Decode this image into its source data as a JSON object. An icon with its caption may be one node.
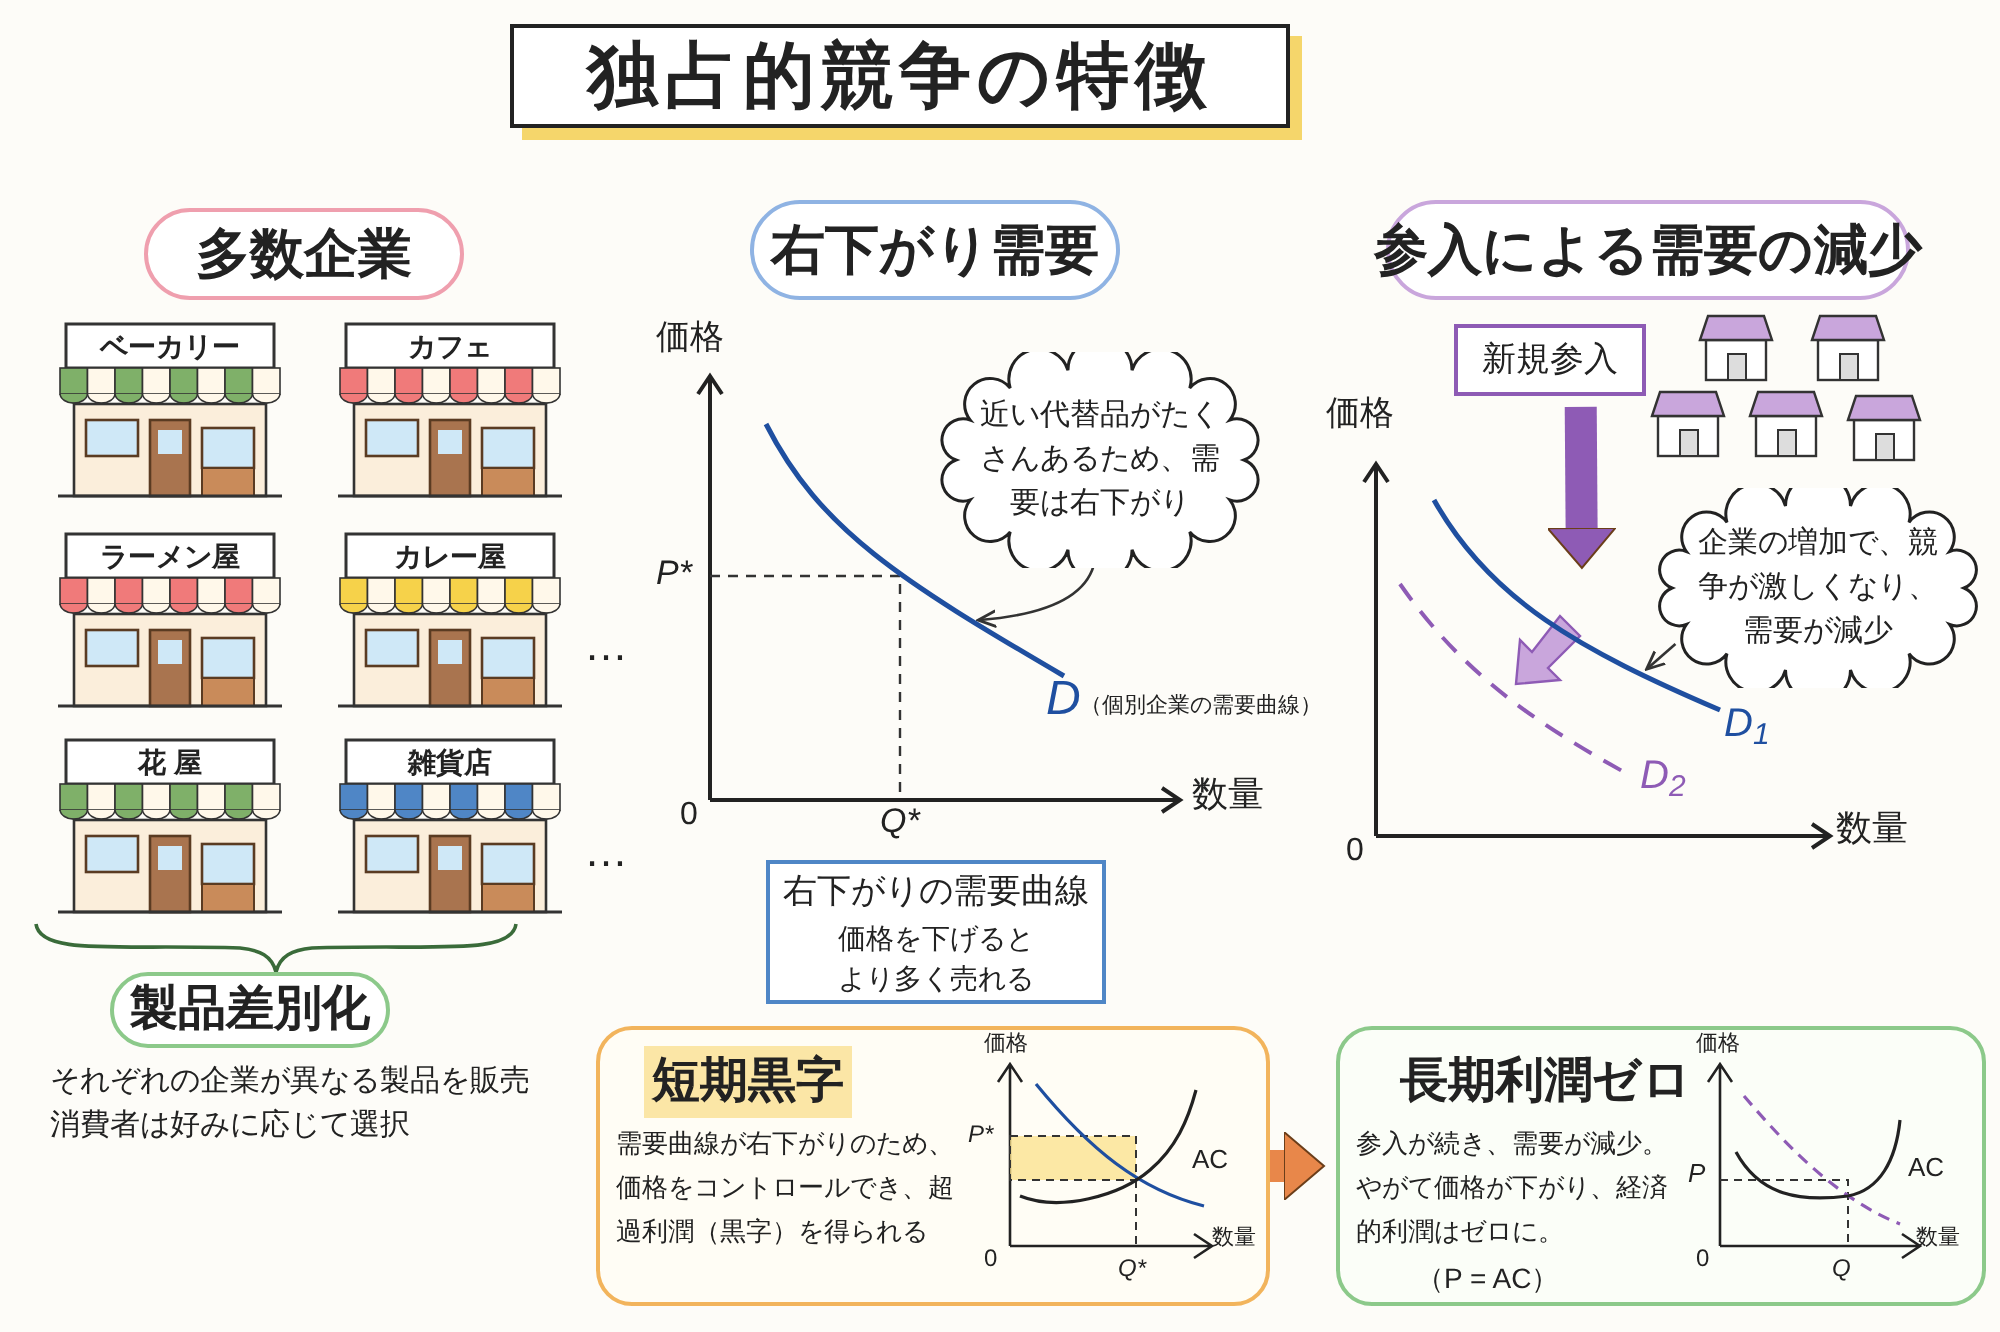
{
  "diagram": {
    "nodes": [
      {
        "text": [
          "独占的競争の特徴"
        ]
      },
      {
        "text": [
          "多数企業"
        ]
      },
      {
        "text": [
          "ベーカリー"
        ]
      },
      {
        "text": [
          "カフェ"
        ]
      },
      {
        "text": [
          "ラーメン屋"
        ]
      },
      {
        "text": [
          "カレー屋"
        ]
      },
      {
        "text": [
          "花 屋"
        ]
      },
      {
        "text": [
          "雑貨店"
        ]
      },
      {
        "text": [
          "製品差別化"
        ],
        "beside": [
          "それぞれの企業が異なる製品を販売",
          "消費者は好みに応じて選択"
        ]
      },
      {
        "text": [
          "右下がり需要"
        ]
      },
      {
        "text": [
          "近い代替品がたくさんあるため、需要は右下がり"
        ]
      },
      {
        "text": [
          "右下がりの需要曲線",
          "価格を下げるとより多く売れる"
        ]
      },
      {
        "text": [
          "参入による需要の減少"
        ]
      },
      {
        "text": [
          "新規参入"
        ]
      },
      {
        "text": [
          "企業の増加で、競争が激しくなり、需要が減少"
        ]
      },
      {
        "text": [
          "短期黒字",
          "需要曲線が右下がりのため、価格をコントロールでき、超過利潤（黒字）を得られる"
        ]
      },
      {
        "text": [
          "長期利潤ゼロ",
          "参入が続き、需要が減少。やがて価格が下がり、経済的利潤はゼロに。",
          "（P = AC）"
        ]
      },
      {
        "text": [],
        "shape": "curve"
      },
      {
        "text": [],
        "shape": "curve"
      }
    ],
    "edges": [
      {
        "from": 10,
        "to": 17,
        "arrow": "to"
      },
      {
        "from": 14,
        "to": 18,
        "arrow": "to"
      },
      {
        "from": 13,
        "to": 18,
        "arrow": "to",
        "style": "thick",
        "color": "#8e5bb5"
      },
      {
        "from": 15,
        "to": 16,
        "arrow": "to",
        "style": "thick",
        "color": "#e8874a"
      }
    ],
    "labels": [
      "…",
      "…",
      "価格",
      "P*",
      "D",
      "（個別企業の需要曲線）",
      "0",
      "Q*",
      "数量",
      "価格",
      "D$_{1}$",
      "D$_{2}$",
      "0",
      "数量",
      "価格",
      "P*",
      "AC",
      "0",
      "Q*",
      "数量",
      "価格",
      "P",
      "AC",
      "0",
      "Q",
      "数量"
    ]
  }
}
